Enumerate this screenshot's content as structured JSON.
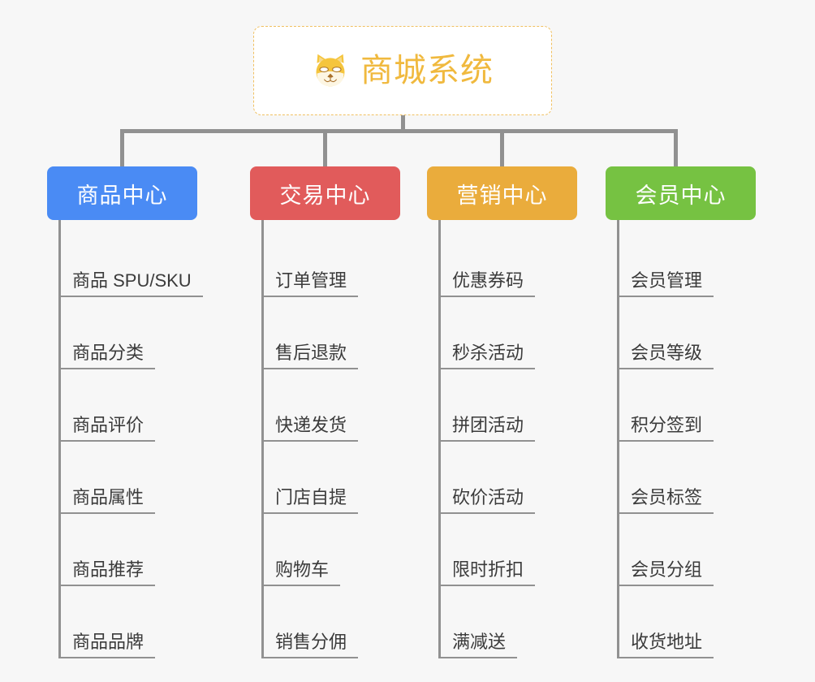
{
  "root": {
    "title": "商城系统",
    "icon": "shiba-dog-icon",
    "border_color": "#f0c061",
    "text_color": "#f0b93e",
    "background": "#ffffff"
  },
  "canvas": {
    "background": "#f7f7f7",
    "connector_color": "#919191"
  },
  "branches": [
    {
      "label": "商品中心",
      "color": "#4a8bf4",
      "items": [
        "商品 SPU/SKU",
        "商品分类",
        "商品评价",
        "商品属性",
        "商品推荐",
        "商品品牌"
      ]
    },
    {
      "label": "交易中心",
      "color": "#e15b5b",
      "items": [
        "订单管理",
        "售后退款",
        "快递发货",
        "门店自提",
        "购物车",
        "销售分佣"
      ]
    },
    {
      "label": "营销中心",
      "color": "#eaac3c",
      "items": [
        "优惠券码",
        "秒杀活动",
        "拼团活动",
        "砍价活动",
        "限时折扣",
        "满减送"
      ]
    },
    {
      "label": "会员中心",
      "color": "#76c242",
      "items": [
        "会员管理",
        "会员等级",
        "积分签到",
        "会员标签",
        "会员分组",
        "收货地址"
      ]
    }
  ]
}
